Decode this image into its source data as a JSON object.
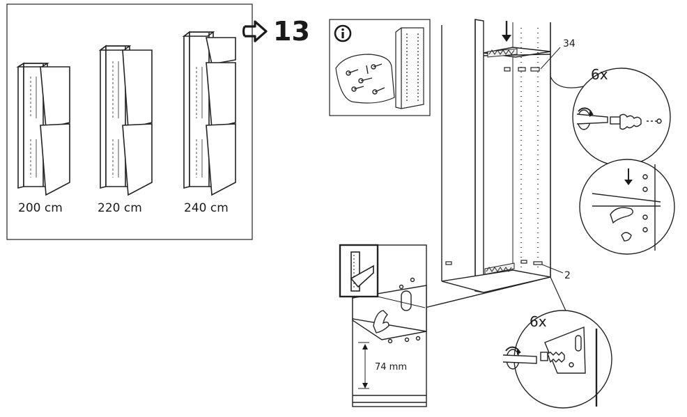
{
  "sizes_panel": {
    "heights": [
      "200 cm",
      "220 cm",
      "240 cm"
    ]
  },
  "step": {
    "arrow_icon": "arrow-right-outline-icon",
    "number": "13"
  },
  "info_panel": {
    "info_icon": "info-circle-icon"
  },
  "callouts": {
    "top_part_number": "34",
    "bottom_part_number": "2",
    "quantity_top": "6x",
    "quantity_bottom": "6x",
    "measurement": "74 mm"
  }
}
